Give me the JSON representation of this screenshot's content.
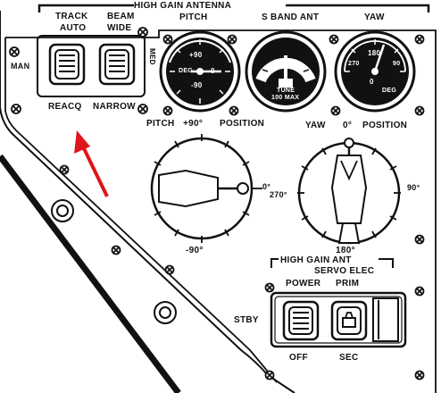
{
  "colors": {
    "panel_line": "#111111",
    "paper": "#ffffff",
    "meter_face": "#111111",
    "meter_text": "#ffffff",
    "arrow": "#e0141b"
  },
  "header": {
    "title": "HIGH GAIN ANTENNA"
  },
  "track_switch": {
    "track_label": "TRACK",
    "auto_label": "AUTO",
    "man_label": "MAN",
    "reacq_label": "REACQ"
  },
  "beam_switch": {
    "beam_label": "BEAM",
    "wide_label": "WIDE",
    "med_label": "MED",
    "narrow_label": "NARROW"
  },
  "meters": {
    "pitch": {
      "title": "PITCH",
      "plus90": "+90",
      "minus90": "-90",
      "zero": "0",
      "unit": "DEG"
    },
    "sband": {
      "title": "S BAND ANT",
      "tune": "TUNE",
      "max": "100 MAX"
    },
    "yaw": {
      "title": "YAW",
      "t180": "180",
      "t270": "270",
      "t90": "90",
      "zero": "0",
      "unit": "DEG"
    }
  },
  "pitch_position": {
    "label_prefix": "PITCH",
    "plus90": "+90°",
    "position": "POSITION",
    "zero": "0°",
    "minus90": "-90°"
  },
  "yaw_position": {
    "yaw": "YAW",
    "zero": "0°",
    "position": "POSITION",
    "t270": "270°",
    "t90": "90°",
    "t180": "180°"
  },
  "servo_elec": {
    "title_line1": "HIGH GAIN ANT",
    "title_line2": "SERVO ELEC",
    "power_label": "POWER",
    "prim_label": "PRIM",
    "stby_label": "STBY",
    "off_label": "OFF",
    "sec_label": "SEC"
  }
}
